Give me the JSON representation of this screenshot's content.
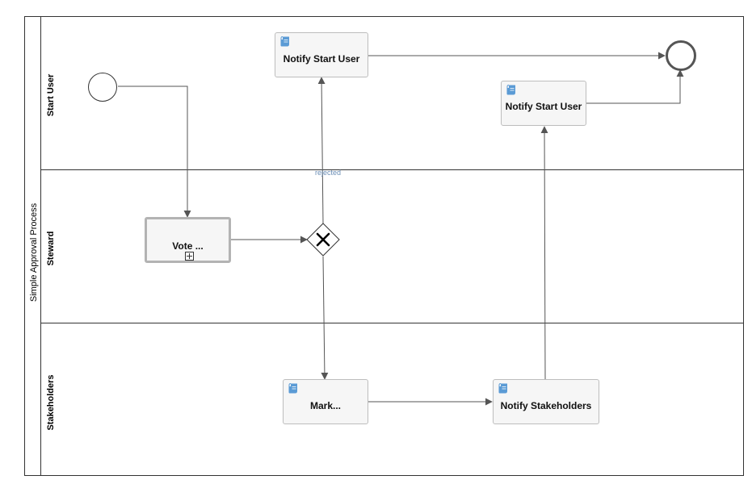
{
  "pool": {
    "label": "Simple Approval Process"
  },
  "lanes": [
    {
      "id": "start-user",
      "label": "Start User"
    },
    {
      "id": "steward",
      "label": "Steward"
    },
    {
      "id": "stakeholders",
      "label": "Stakeholders"
    }
  ],
  "tasks": {
    "notify_start_user_1": "Notify Start User",
    "notify_start_user_2": "Notify Start User",
    "vote": "Vote ...",
    "mark": "Mark...",
    "notify_stakeholders": "Notify Stakeholders"
  },
  "edges": {
    "rejected_label": "rejected"
  },
  "colors": {
    "script_icon": "#5b9bd5",
    "task_fill": "#f6f6f6",
    "task_border": "#bdbdbd",
    "line": "#555555"
  },
  "icons": {
    "task_type": "script-icon",
    "gateway": "exclusive-gateway-x-icon",
    "subprocess_marker": "collapsed-subprocess-plus-icon"
  }
}
